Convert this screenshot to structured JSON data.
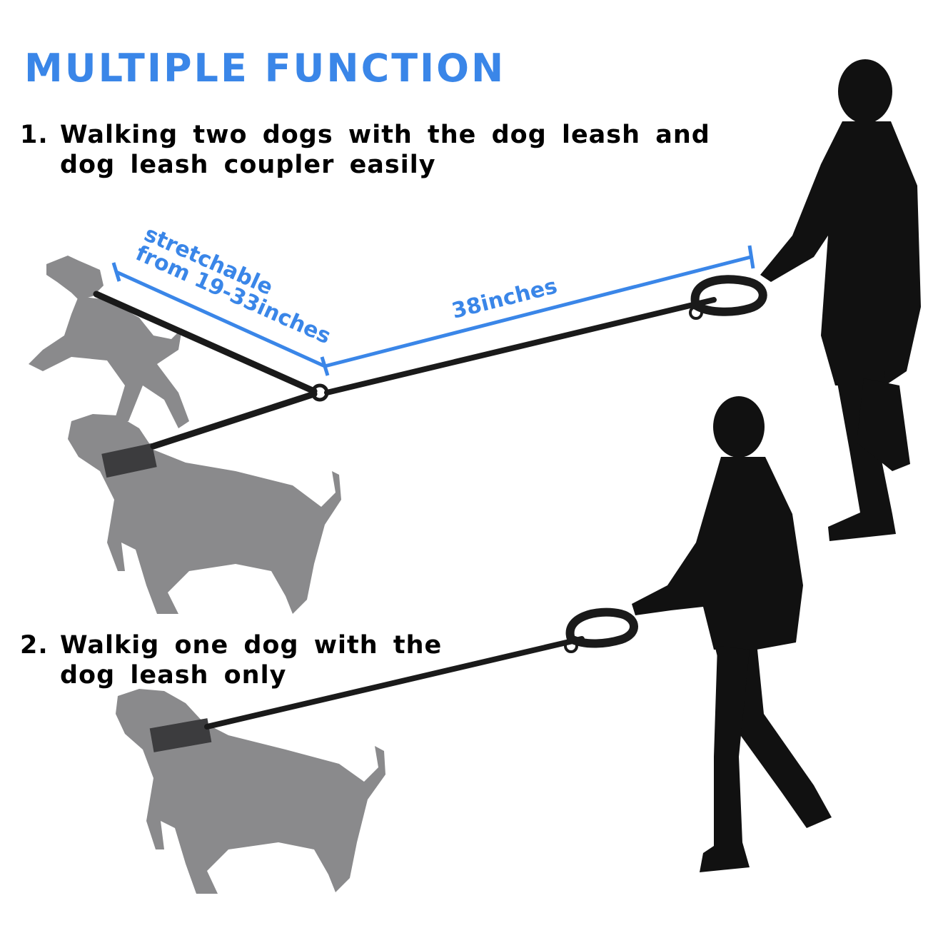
{
  "title": "MULTIPLE FUNCTION",
  "step1": {
    "number": "1.",
    "line1": "Walking two dogs with the dog leash and",
    "line2": "dog leash coupler easily"
  },
  "step2": {
    "number": "2.",
    "line1": "Walkig one dog with the",
    "line2": "dog leash only"
  },
  "dimensions": {
    "coupler_line1": "stretchable",
    "coupler_line2": "from 19-33inches",
    "leash_length": "38inches"
  },
  "colors": {
    "accent": "#3a86e8",
    "dog": "#8a8a8c",
    "person": "#111111",
    "leash": "#1a1a1a"
  }
}
